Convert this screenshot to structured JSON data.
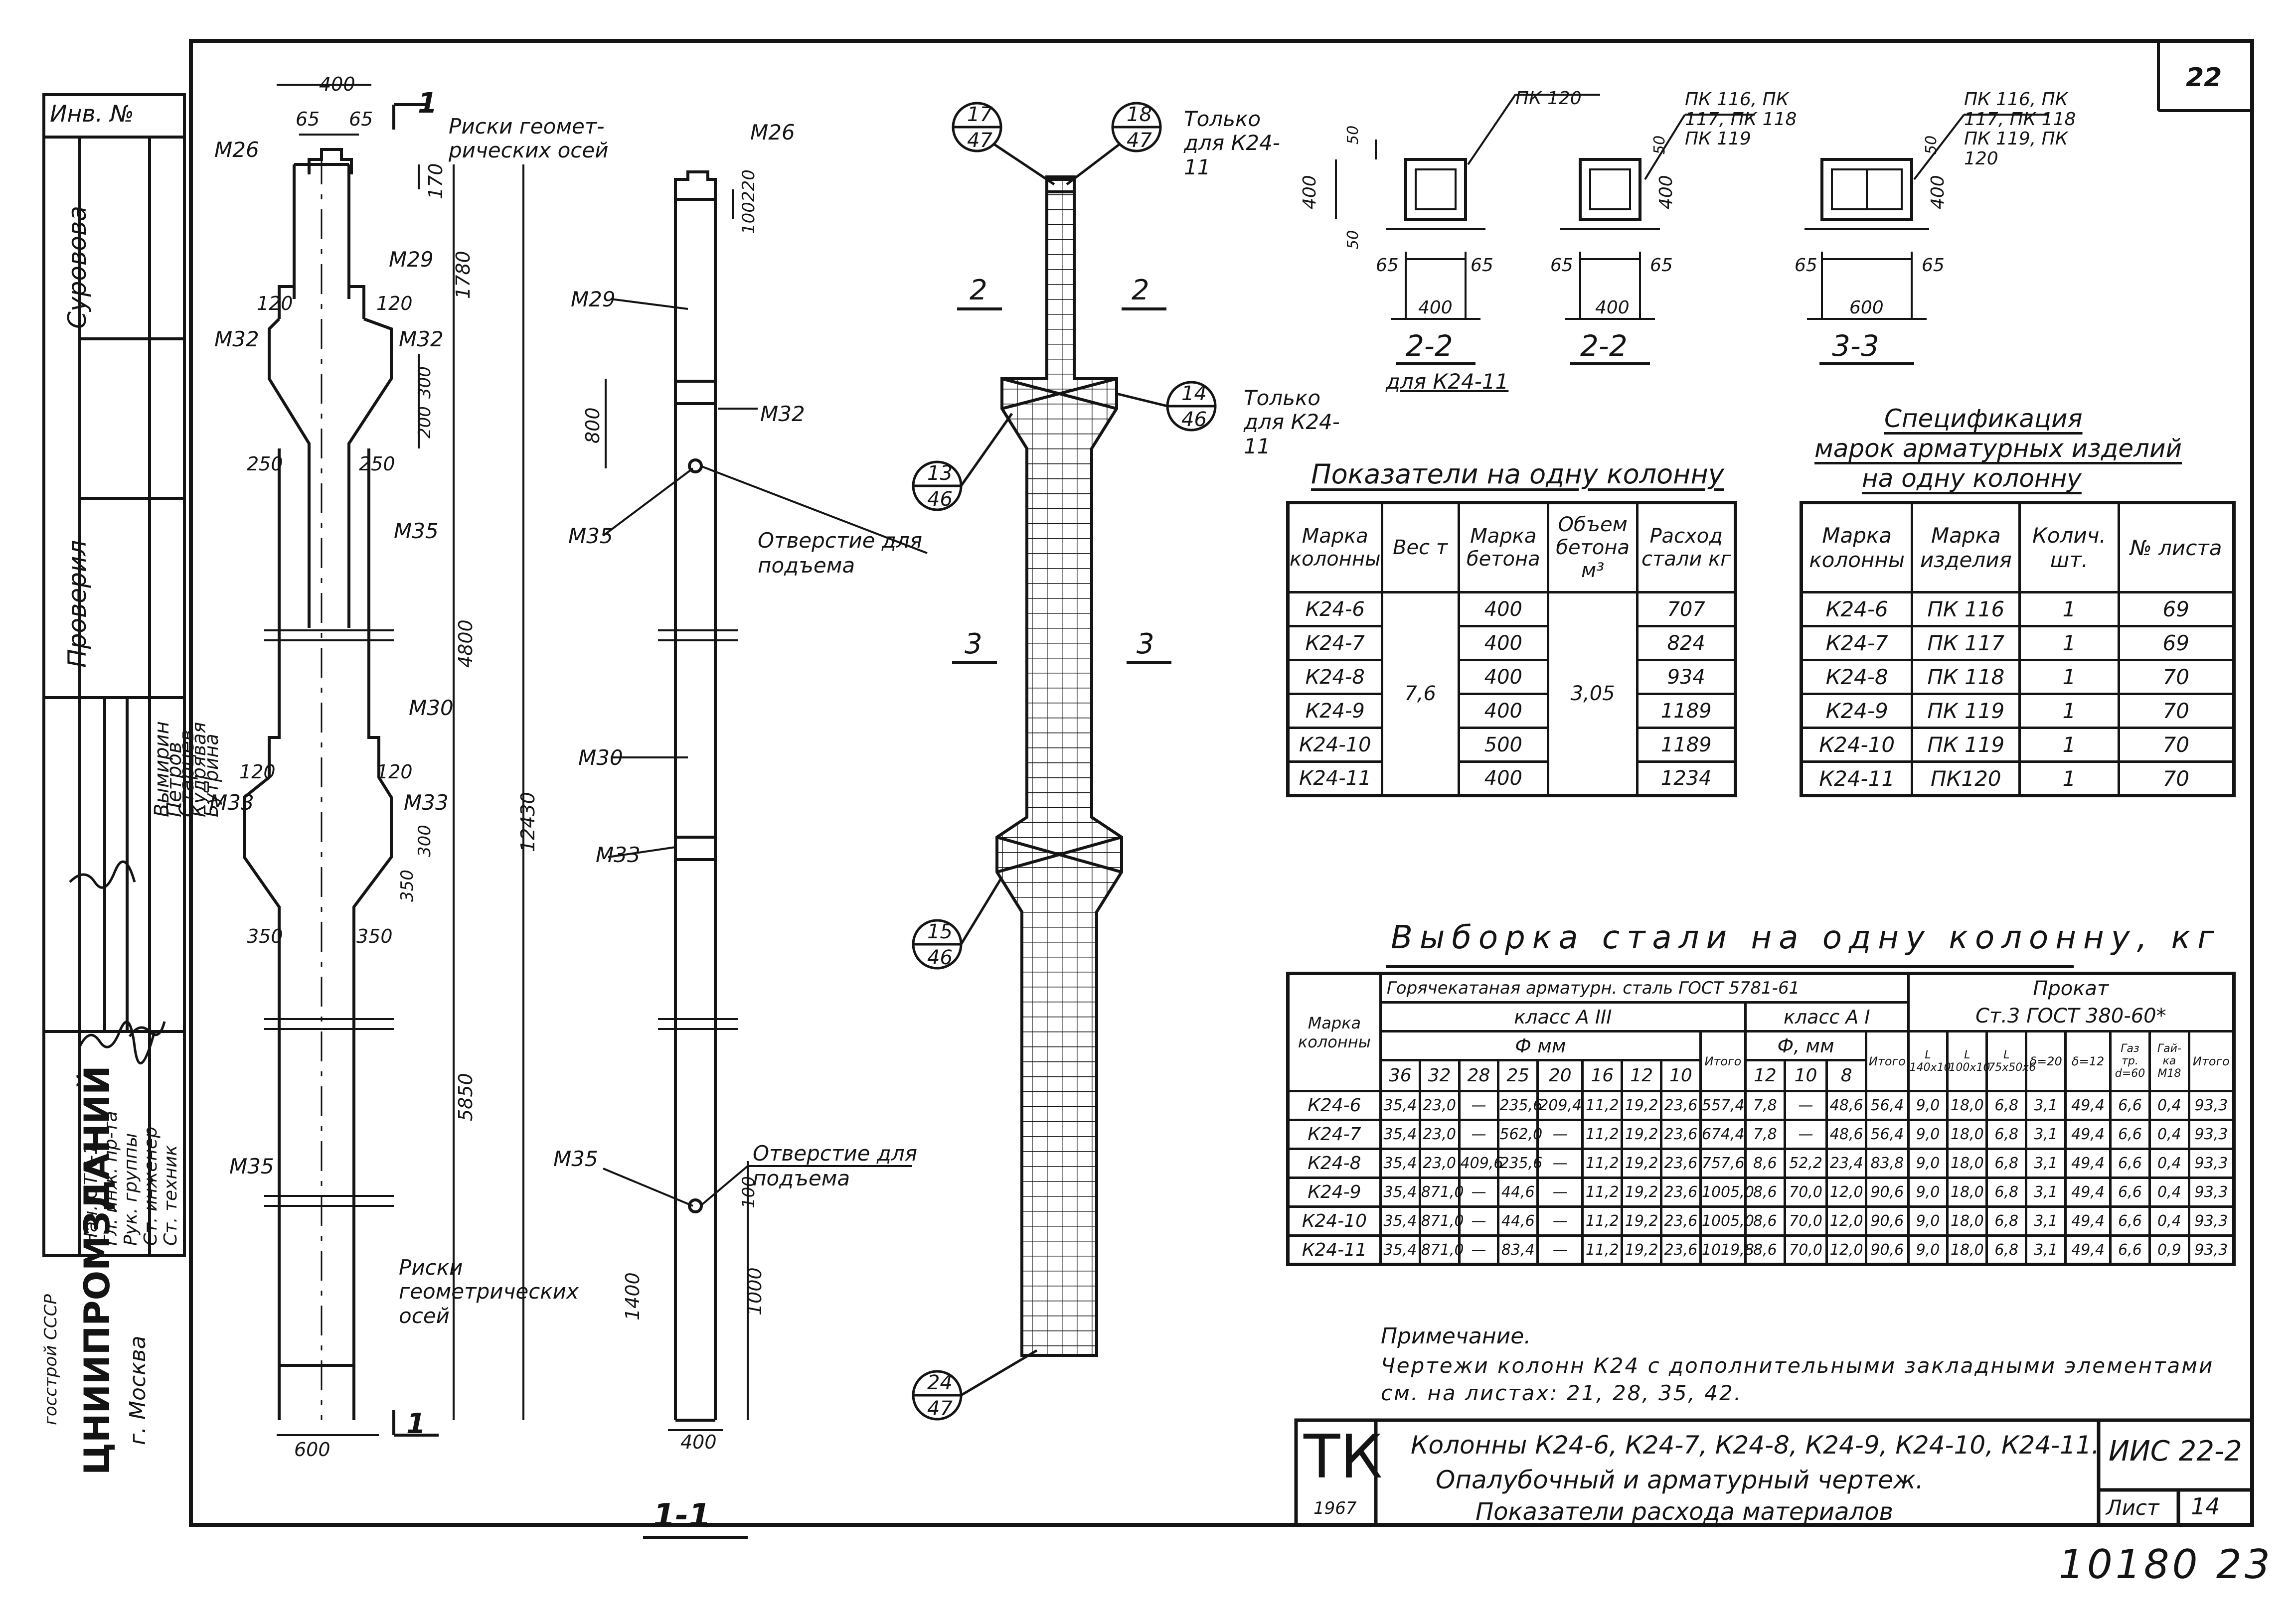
{
  "sheet_number": "22",
  "inv_label": "Инв. №",
  "left_strip": {
    "names": [
      "Суровова",
      "Проверил",
      "Вымирин",
      "Петров",
      "Старцев",
      "Кудрявая",
      "Бутрина"
    ],
    "roles": [
      "Нач. ОТК-1",
      "Гл. инж. пр-та",
      "Рук. группы",
      "Ст. инженер",
      "Ст. техник"
    ],
    "org": "ЦНИИПРОМЗДАНИЙ",
    "org_top": "госстрой СССР",
    "city": "г. Москва"
  },
  "column_a": {
    "dims": {
      "top_width": "400",
      "w65a": "65",
      "w65b": "65",
      "d170": "170",
      "d1780": "1780",
      "w120a": "120",
      "w120b": "120",
      "d200": "200",
      "d300": "300",
      "w250a": "250",
      "w250b": "250",
      "d4800": "4800",
      "d12430": "12430",
      "w120c": "120",
      "w120d": "120",
      "d350": "350",
      "d300b": "300",
      "w350a": "350",
      "w350b": "350",
      "d5850": "5850",
      "bottom_width": "600"
    },
    "labels": {
      "m26": "М26",
      "m29": "М29",
      "m32a": "М32",
      "m32b": "М32",
      "m35a": "М35",
      "m30": "М30",
      "m33a": "М33",
      "m33b": "М33",
      "m35b": "М35"
    },
    "note_axes_top": "Риски геомет-рических осей",
    "note_axes_bottom": "Риски геометрических осей",
    "section_mark": "1"
  },
  "column_b": {
    "labels": {
      "m26": "М26",
      "m29": "М29",
      "m32": "М32",
      "m35a": "М35",
      "m30": "М30",
      "m33": "М33",
      "m35b": "М35"
    },
    "dims": {
      "d220": "220",
      "d100": "100",
      "d800": "800",
      "d1400": "1400",
      "d1000": "1000",
      "d100b": "100",
      "bottom_width": "400"
    },
    "hole_label": "Отверстие для подъема",
    "section_title": "1-1"
  },
  "cage": {
    "callouts": [
      {
        "top": "17",
        "bottom": "47"
      },
      {
        "top": "18",
        "bottom": "47"
      },
      {
        "top": "14",
        "bottom": "46"
      },
      {
        "top": "13",
        "bottom": "46"
      },
      {
        "top": "15",
        "bottom": "46"
      },
      {
        "top": "24",
        "bottom": "47"
      }
    ],
    "only_k2411_a": "Только для К24-11",
    "only_k2411_b": "Только для К24-11",
    "sec2": "2",
    "sec3": "3"
  },
  "sections": [
    {
      "title": "2-2",
      "sub": "для К24-11",
      "mark": "ПК 120",
      "w": "400",
      "h": "400",
      "a": "65",
      "b": "65",
      "c": "50",
      "d": "50"
    },
    {
      "title": "2-2",
      "sub": "",
      "mark": "ПК 116, ПК 117, ПК 118 ПК 119",
      "w": "400",
      "h": "400",
      "a": "65",
      "b": "65",
      "c": "50",
      "d": ""
    },
    {
      "title": "3-3",
      "sub": "",
      "mark": "ПК 116, ПК 117, ПК 118 ПК 119, ПК 120",
      "w": "600",
      "h": "400",
      "a": "65",
      "b": "65",
      "c": "50",
      "d": ""
    }
  ],
  "indicators": {
    "title": "Показатели на одну колонну",
    "headers": [
      "Марка колонны",
      "Вес т",
      "Марка бетона",
      "Объем бетона м³",
      "Расход стали кг"
    ],
    "rows": [
      {
        "mark": "К24-6",
        "concrete": "400",
        "steel": "707"
      },
      {
        "mark": "К24-7",
        "concrete": "400",
        "steel": "824"
      },
      {
        "mark": "К24-8",
        "concrete": "400",
        "steel": "934"
      },
      {
        "mark": "К24-9",
        "concrete": "400",
        "steel": "1189"
      },
      {
        "mark": "К24-10",
        "concrete": "500",
        "steel": "1189"
      },
      {
        "mark": "К24-11",
        "concrete": "400",
        "steel": "1234"
      }
    ],
    "weight": "7,6",
    "volume": "3,05"
  },
  "spec": {
    "title1": "Спецификация",
    "title2": "марок арматурных изделий",
    "title3": "на одну колонну",
    "headers": [
      "Марка колонны",
      "Марка изделия",
      "Колич. шт.",
      "№ листа"
    ],
    "rows": [
      [
        "К24-6",
        "ПК 116",
        "1",
        "69"
      ],
      [
        "К24-7",
        "ПК 117",
        "1",
        "69"
      ],
      [
        "К24-8",
        "ПК 118",
        "1",
        "70"
      ],
      [
        "К24-9",
        "ПК 119",
        "1",
        "70"
      ],
      [
        "К24-10",
        "ПК 119",
        "1",
        "70"
      ],
      [
        "К24-11",
        "ПК120",
        "1",
        "70"
      ]
    ]
  },
  "steel": {
    "title": "Выборка стали на одну колонну, кг",
    "h_hot": "Горячекатаная арматурн. сталь ГОСТ 5781-61",
    "h_a3": "класс А III",
    "h_a1": "класс А I",
    "h_prokat": "Прокат",
    "h_prokat2": "Ст.3 ГОСТ 380-60*",
    "h_mark": "Марка колонны",
    "h_phi": "Ф мм",
    "h_phi2": "Ф, мм",
    "d_a3": [
      "36",
      "32",
      "28",
      "25",
      "20",
      "16",
      "12",
      "10",
      "Итого"
    ],
    "d_a1": [
      "12",
      "10",
      "8",
      "Итого"
    ],
    "d_pr": [
      "L 140x10",
      "L 100x10",
      "L 75x50x6",
      "δ=20",
      "δ=12",
      "Газ тр. d=60",
      "Гай-ка М18",
      "Итого"
    ],
    "rows": [
      [
        "К24-6",
        "35,4",
        "23,0",
        "—",
        "235,6",
        "209,4",
        "11,2",
        "19,2",
        "23,6",
        "557,4",
        "7,8",
        "—",
        "48,6",
        "56,4",
        "9,0",
        "18,0",
        "6,8",
        "3,1",
        "49,4",
        "6,6",
        "0,4",
        "93,3"
      ],
      [
        "К24-7",
        "35,4",
        "23,0",
        "—",
        "562,0",
        "—",
        "11,2",
        "19,2",
        "23,6",
        "674,4",
        "7,8",
        "—",
        "48,6",
        "56,4",
        "9,0",
        "18,0",
        "6,8",
        "3,1",
        "49,4",
        "6,6",
        "0,4",
        "93,3"
      ],
      [
        "К24-8",
        "35,4",
        "23,0",
        "409,6",
        "235,6",
        "—",
        "11,2",
        "19,2",
        "23,6",
        "757,6",
        "8,6",
        "52,2",
        "23,4",
        "83,8",
        "9,0",
        "18,0",
        "6,8",
        "3,1",
        "49,4",
        "6,6",
        "0,4",
        "93,3"
      ],
      [
        "К24-9",
        "35,4",
        "871,0",
        "—",
        "44,6",
        "—",
        "11,2",
        "19,2",
        "23,6",
        "1005,0",
        "8,6",
        "70,0",
        "12,0",
        "90,6",
        "9,0",
        "18,0",
        "6,8",
        "3,1",
        "49,4",
        "6,6",
        "0,4",
        "93,3"
      ],
      [
        "К24-10",
        "35,4",
        "871,0",
        "—",
        "44,6",
        "—",
        "11,2",
        "19,2",
        "23,6",
        "1005,0",
        "8,6",
        "70,0",
        "12,0",
        "90,6",
        "9,0",
        "18,0",
        "6,8",
        "3,1",
        "49,4",
        "6,6",
        "0,4",
        "93,3"
      ],
      [
        "К24-11",
        "35,4",
        "871,0",
        "—",
        "83,4",
        "—",
        "11,2",
        "19,2",
        "23,6",
        "1019,8",
        "8,6",
        "70,0",
        "12,0",
        "90,6",
        "9,0",
        "18,0",
        "6,8",
        "3,1",
        "49,4",
        "6,6",
        "0,9",
        "93,3"
      ]
    ]
  },
  "note": {
    "title": "Примечание.",
    "line1": "Чертежи колонн К24 с дополнительными закладными элементами",
    "line2": "см. на листах: 21, 28, 35, 42."
  },
  "stamp": {
    "logo": "ТК",
    "year": "1967",
    "line1": "Колонны К24-6, К24-7, К24-8, К24-9, К24-10, К24-11.",
    "line2": "Опалубочный и арматурный чертеж.",
    "line3": "Показатели расхода материалов",
    "code": "ИИС 22-2",
    "list_label": "Лист",
    "list_no": "14"
  },
  "footer_number": "10180 23"
}
